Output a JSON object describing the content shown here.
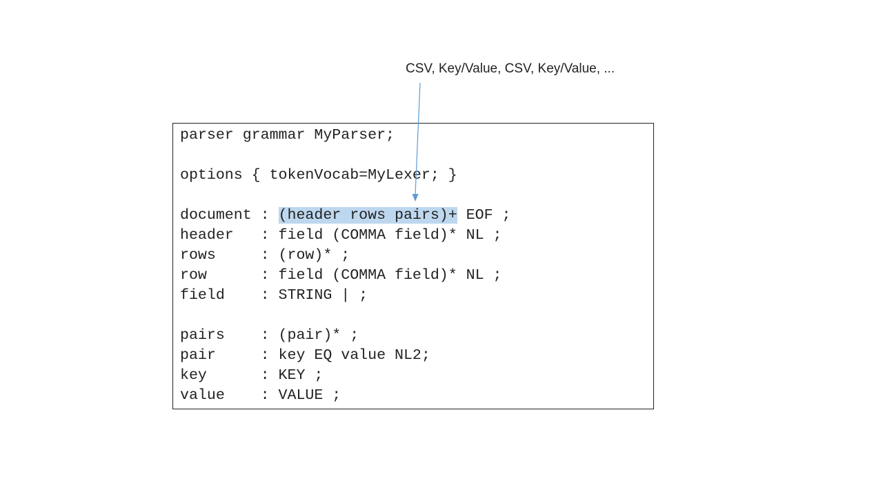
{
  "annotation": {
    "text": "CSV, Key/Value, CSV, Key/Value, ..."
  },
  "code": {
    "lines": [
      {
        "text": "parser grammar MyParser;"
      },
      {
        "text": ""
      },
      {
        "text": "options { tokenVocab=MyLexer; }"
      },
      {
        "text": ""
      },
      {
        "pre": "document : ",
        "highlight": "(header rows pairs)+",
        "post": " EOF ;"
      },
      {
        "text": "header   : field (COMMA field)* NL ;"
      },
      {
        "text": "rows     : (row)* ;"
      },
      {
        "text": "row      : field (COMMA field)* NL ;"
      },
      {
        "text": "field    : STRING | ;"
      },
      {
        "text": ""
      },
      {
        "text": "pairs    : (pair)* ;"
      },
      {
        "text": "pair     : key EQ value NL2;"
      },
      {
        "text": "key      : KEY ;"
      },
      {
        "text": "value    : VALUE ;"
      }
    ]
  },
  "colors": {
    "highlight": "#bdd7ee",
    "arrow": "#5b9bd5",
    "text": "#222222"
  }
}
